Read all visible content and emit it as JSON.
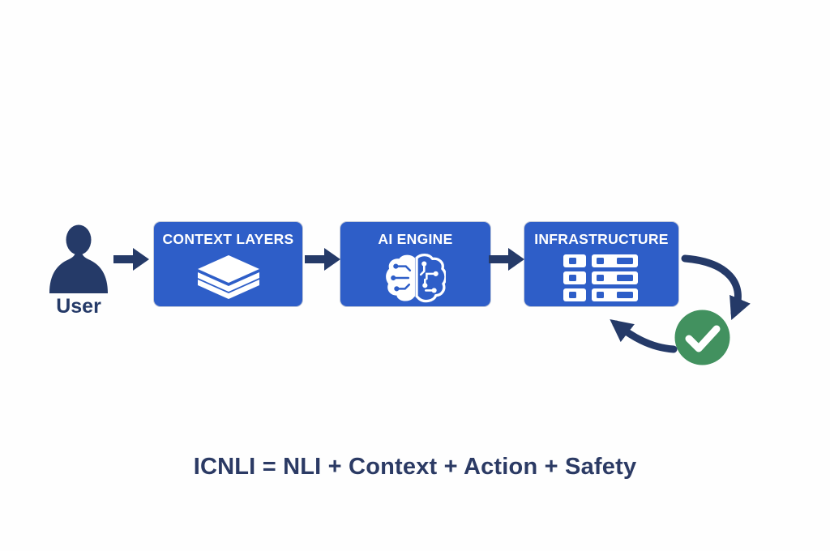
{
  "diagram": {
    "user": {
      "label": "User"
    },
    "boxes": [
      {
        "id": "context-layers",
        "label": "CONTEXT LAYERS",
        "icon": "layers-icon"
      },
      {
        "id": "ai-engine",
        "label": "AI ENGINE",
        "icon": "brain-circuit-icon"
      },
      {
        "id": "infrastructure",
        "label": "INFRASTRUCTURE",
        "icon": "server-rack-icon"
      }
    ],
    "flow_arrows": 3,
    "feedback_loop": {
      "icon": "check-circle-icon",
      "description_icons": [
        "curved-arrow-down-icon",
        "curved-arrow-return-icon"
      ]
    },
    "formula": "ICNLI = NLI + Context + Action + Safety",
    "colors": {
      "box_blue": "#2e5ec8",
      "navy": "#253a68",
      "green": "#42915f",
      "icon_white": "#ffffff",
      "background": "#fefefe"
    }
  }
}
